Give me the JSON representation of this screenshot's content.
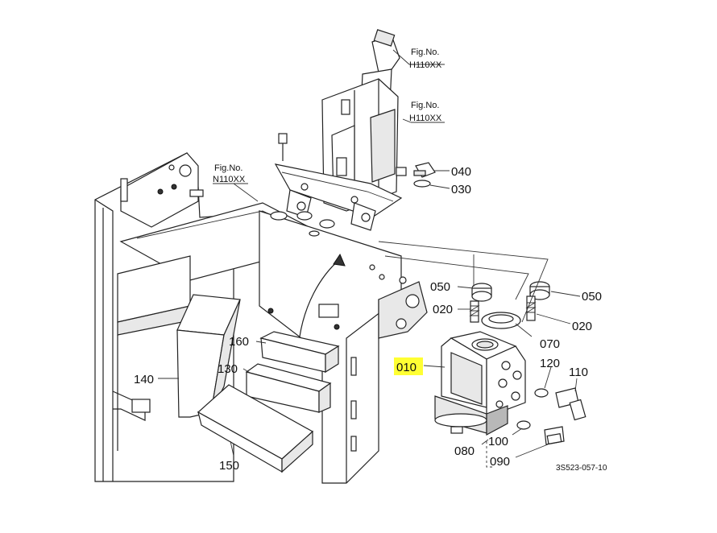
{
  "colors": {
    "highlight": "#ffff33",
    "line": "#222222",
    "background": "#ffffff"
  },
  "figure_refs": [
    {
      "id": "h110xx_top",
      "label": "Fig.No.",
      "code": "H110XX"
    },
    {
      "id": "h110xx_mid",
      "label": "Fig.No.",
      "code": "H110XX"
    },
    {
      "id": "n110xx",
      "label": "Fig.No.",
      "code": "N110XX"
    }
  ],
  "callouts": {
    "c040": "040",
    "c030": "030",
    "c050_left": "050",
    "c050_right": "050",
    "c020_left": "020",
    "c020_right": "020",
    "c070": "070",
    "c010": "010",
    "c120": "120",
    "c110": "110",
    "c100": "100",
    "c080": "080",
    "c090": "090",
    "c160": "160",
    "c130": "130",
    "c140": "140",
    "c150": "150"
  },
  "highlighted_part": "010",
  "image_code": "3S523-057-10"
}
